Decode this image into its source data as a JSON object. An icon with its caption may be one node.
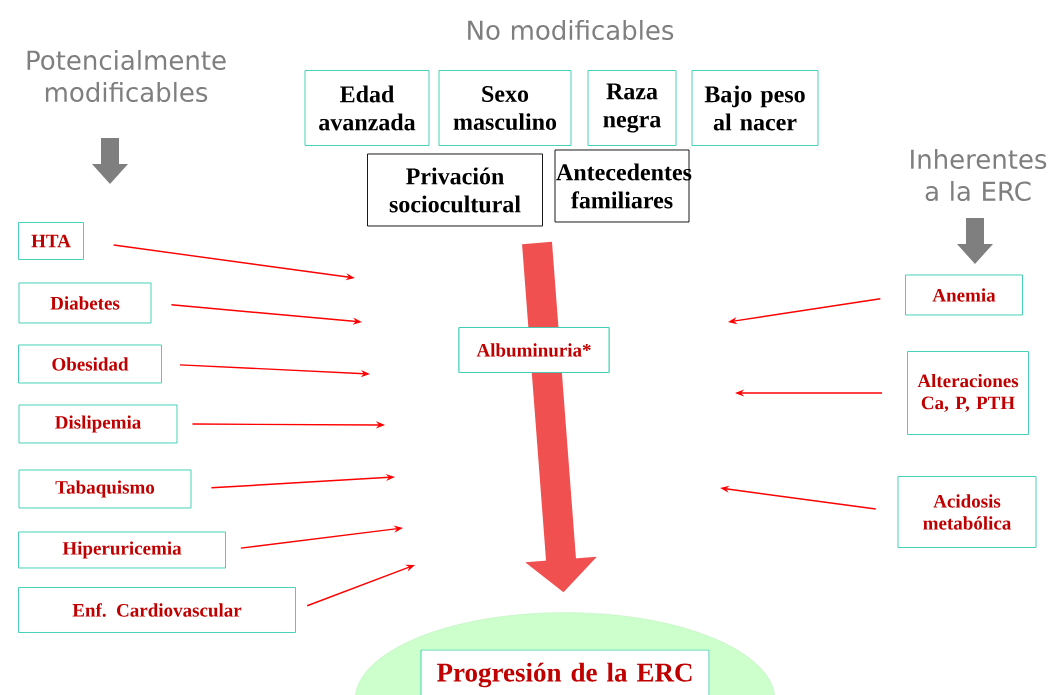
{
  "diagram": {
    "nodes": [
      {
        "text": [
          "Edad avanzada"
        ]
      },
      {
        "text": [
          "Sexo masculino"
        ]
      },
      {
        "text": [
          "Raza negra"
        ]
      },
      {
        "text": [
          "Bajo peso al nacer"
        ]
      },
      {
        "text": [
          "Privación sociocultural"
        ]
      },
      {
        "text": [
          "Antecedentes familiares"
        ]
      },
      {
        "text": [
          "HTA"
        ]
      },
      {
        "text": [
          "Diabetes"
        ]
      },
      {
        "text": [
          "Obesidad"
        ]
      },
      {
        "text": [
          "Dislipemia"
        ]
      },
      {
        "text": [
          "Tabaquismo"
        ]
      },
      {
        "text": [
          "Hiperuricemia"
        ]
      },
      {
        "text": [
          "Enf. Cardiovascular"
        ]
      },
      {
        "text": [
          "Albuminuria*"
        ]
      },
      {
        "text": [
          "Anemia"
        ]
      },
      {
        "text": [
          "Alteraciones Ca, P, PTH"
        ]
      },
      {
        "text": [
          "Acidosis metabólica"
        ]
      },
      {
        "text": [],
        "shape": "ellipse"
      },
      {
        "text": [
          "Progresión de la ERC"
        ],
        "in": 17
      }
    ],
    "edges": [
      {
        "from": 6,
        "to": null,
        "arrow": "to"
      },
      {
        "from": 7,
        "to": null,
        "arrow": "to"
      },
      {
        "from": 8,
        "to": null,
        "arrow": "to"
      },
      {
        "from": 9,
        "to": null,
        "arrow": "to"
      },
      {
        "from": 10,
        "to": null,
        "arrow": "to"
      },
      {
        "from": 11,
        "to": null,
        "arrow": "to"
      },
      {
        "from": 12,
        "to": null,
        "arrow": "to"
      },
      {
        "from": 14,
        "to": null,
        "arrow": "to"
      },
      {
        "from": 15,
        "to": null,
        "arrow": "to"
      },
      {
        "from": 16,
        "to": null,
        "arrow": "to"
      },
      {
        "from": null,
        "to": 17,
        "arrow": "to",
        "style": "thick",
        "color": "#f05050"
      }
    ],
    "labels": [
      "No modificables",
      "Potencialmente modificables",
      "Inherentes a la ERC"
    ]
  }
}
